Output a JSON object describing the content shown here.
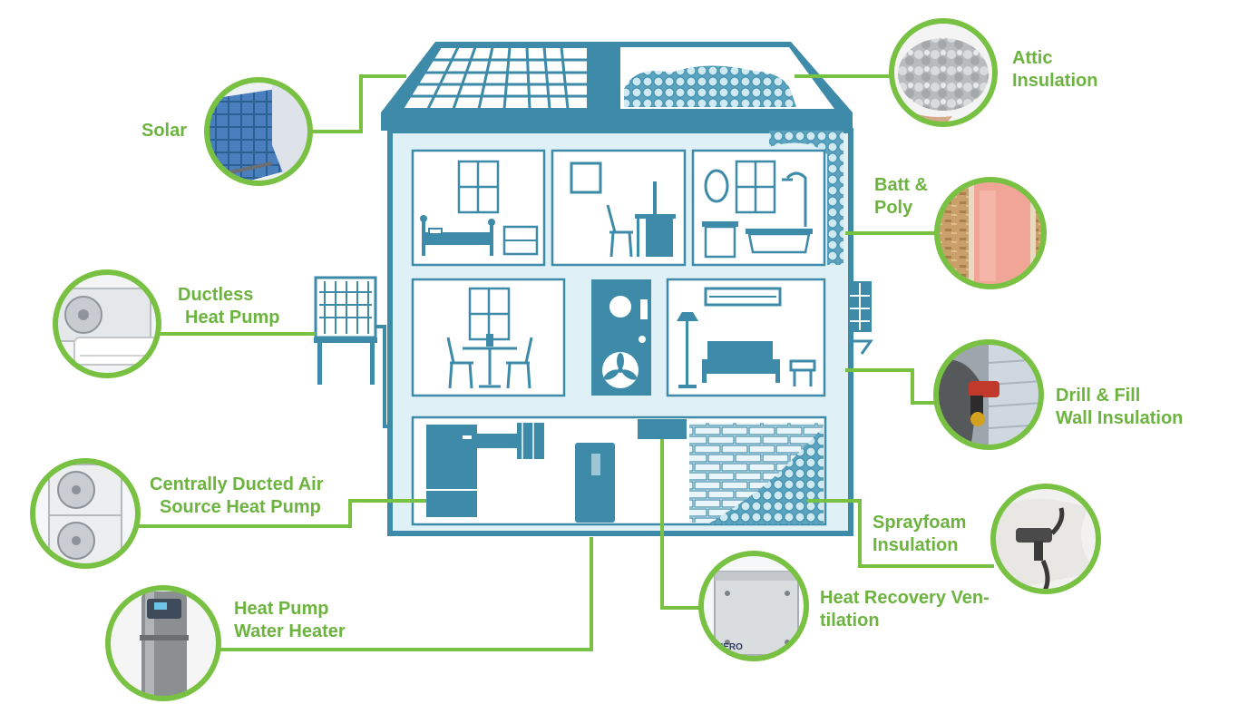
{
  "colors": {
    "house_dark": "#3d8ba9",
    "house_light": "#dff0f6",
    "leader_green": "#78c142",
    "label_green": "#6cb33f",
    "insulation_pink": "#f1a596",
    "osb_brown": "#c9a06a"
  },
  "callouts": {
    "solar": {
      "line1": "Solar",
      "line2": "",
      "icon": "solar-panel-icon"
    },
    "attic": {
      "line1": "Attic",
      "line2": "Insulation",
      "icon": "blown-insulation-icon"
    },
    "batt": {
      "line1": "Batt &",
      "line2": "Poly",
      "icon": "batt-insulation-icon"
    },
    "ductless": {
      "line1": "Ductless",
      "line2": "Heat Pump",
      "icon": "ductless-unit-icon"
    },
    "drill": {
      "line1": "Drill & Fill",
      "line2": "Wall Insulation",
      "icon": "drill-icon"
    },
    "central": {
      "line1": "Centrally Ducted Air",
      "line2": "Source Heat Pump",
      "icon": "outdoor-unit-icon"
    },
    "spray": {
      "line1": "Sprayfoam",
      "line2": "Insulation",
      "icon": "spray-gun-icon"
    },
    "hrv": {
      "line1": "Heat Recovery Ven-",
      "line2": "tilation",
      "icon": "hrv-box-icon",
      "brand": "HERO"
    },
    "water": {
      "line1": "Heat Pump",
      "line2": "Water Heater",
      "icon": "water-heater-icon"
    }
  }
}
